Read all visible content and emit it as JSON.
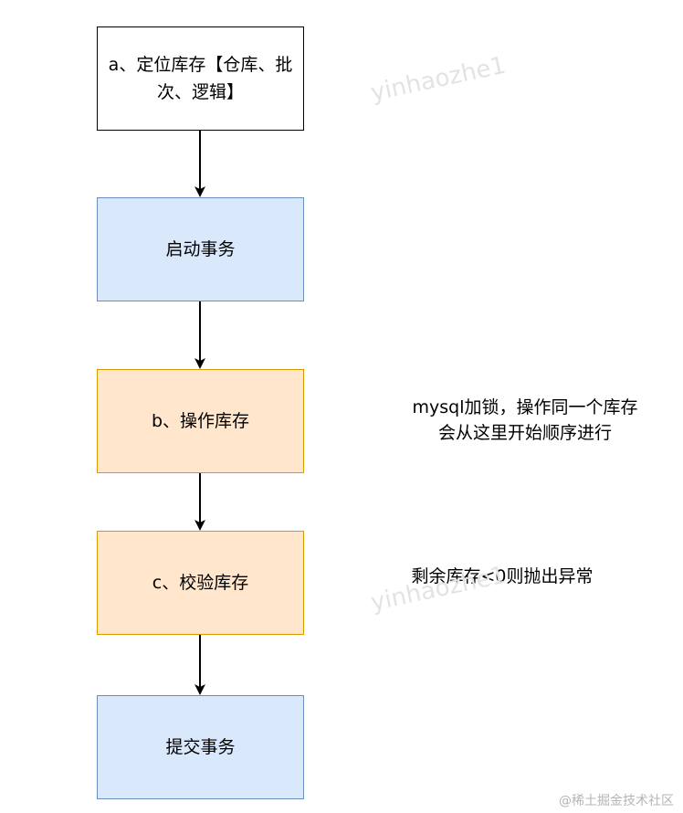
{
  "diagram": {
    "nodes": [
      {
        "id": "locate-stock",
        "label": "a、定位库存【仓库、批次、逻辑】",
        "style": "plain"
      },
      {
        "id": "begin-transaction",
        "label": "启动事务",
        "style": "blue"
      },
      {
        "id": "operate-stock",
        "label": "b、操作库存",
        "style": "orange"
      },
      {
        "id": "verify-stock",
        "label": "c、校验库存",
        "style": "orange"
      },
      {
        "id": "commit-transaction",
        "label": "提交事务",
        "style": "blue"
      }
    ],
    "edges": [
      {
        "from": "locate-stock",
        "to": "begin-transaction"
      },
      {
        "from": "begin-transaction",
        "to": "operate-stock"
      },
      {
        "from": "operate-stock",
        "to": "verify-stock"
      },
      {
        "from": "verify-stock",
        "to": "commit-transaction"
      }
    ],
    "notes": {
      "lock_note_line1": "mysql加锁，操作同一个库存",
      "lock_note_line2": "会从这里开始顺序进行",
      "exception_note": "剩余库存<0则抛出异常"
    }
  },
  "watermark": {
    "text": "yinhaozhe1"
  },
  "credit": "@稀土掘金技术社区",
  "colors": {
    "blue_fill": "#dae8fc",
    "blue_stroke": "#6c8ebf",
    "orange_fill": "#ffe6cc",
    "orange_stroke": "#d79b00",
    "plain_stroke": "#000000"
  }
}
